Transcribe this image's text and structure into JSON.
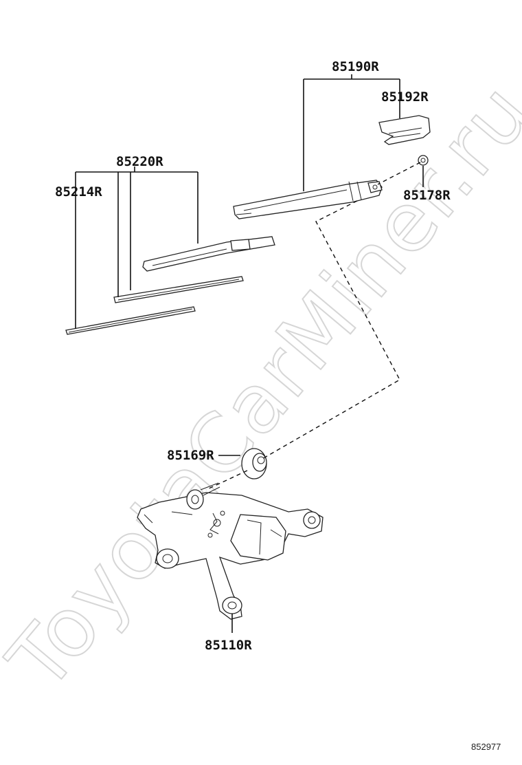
{
  "parts": {
    "p85190R": "85190R",
    "p85192R": "85192R",
    "p85178R": "85178R",
    "p85220R": "85220R",
    "p85214R": "85214R",
    "p85169R": "85169R",
    "p85110R": "85110R"
  },
  "figure_id": "852977",
  "watermark": "ToyotaCarMiner.ru",
  "colors": {
    "ink": "#111111",
    "watermark": "#d6d6d6",
    "background": "#ffffff"
  }
}
